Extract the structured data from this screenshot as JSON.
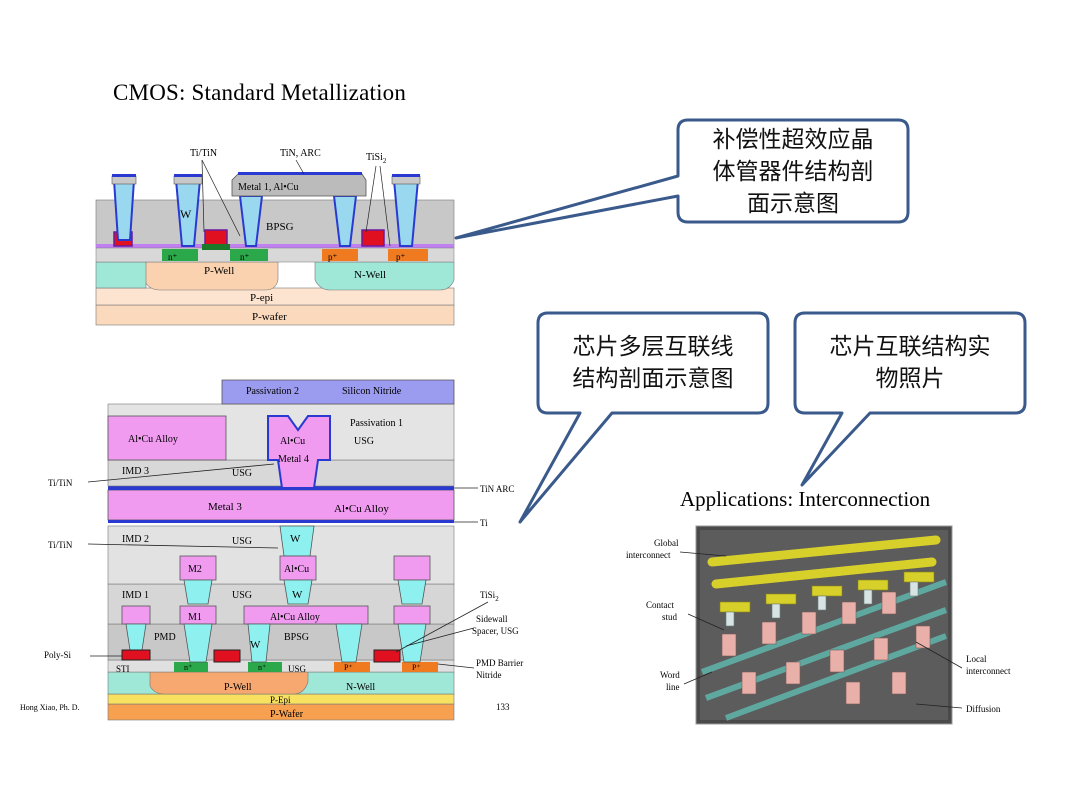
{
  "slide": {
    "title_top": "CMOS: Standard Metallization",
    "title_applications": "Applications: Interconnection"
  },
  "callouts": {
    "c1": [
      "补偿性超效应晶",
      "体管器件结构剖",
      "面示意图"
    ],
    "c2": [
      "芯片多层互联线",
      "结构剖面示意图"
    ],
    "c3": [
      "芯片互联结构实",
      "物照片"
    ]
  },
  "diagram1": {
    "labels": {
      "ti_tin": "Ti/TiN",
      "tin_arc": "TiN, ARC",
      "tisi2_main": "TiSi",
      "tisi2_sub": "2",
      "metal1": "Metal 1, Al•Cu",
      "w": "W",
      "bpsg": "BPSG",
      "n_plus_1": "n⁺",
      "n_plus_2": "n⁺",
      "p_plus_1": "p⁺",
      "p_plus_2": "p⁺",
      "p_well": "P-Well",
      "n_well": "N-Well",
      "p_epi": "P-epi",
      "p_wafer": "P-wafer"
    }
  },
  "diagram2": {
    "labels": {
      "passivation2": "Passivation 2",
      "silicon_nitride": "Silicon Nitride",
      "passivation1": "Passivation 1",
      "usg_top": "USG",
      "alcu_alloy_top": "Al•Cu Alloy",
      "alcu_metal4_a": "Al•Cu",
      "alcu_metal4_b": "Metal 4",
      "imd3": "IMD 3",
      "usg_imd3": "USG",
      "ti_tin_1": "Ti/TiN",
      "tin_arc": "TiN ARC",
      "metal3": "Metal 3",
      "alcu_alloy_m3": "Al•Cu Alloy",
      "ti": "Ti",
      "ti_tin_2": "Ti/TiN",
      "imd2": "IMD 2",
      "usg_imd2": "USG",
      "w_imd2": "W",
      "m2": "M2",
      "alcu_m2": "Al•Cu",
      "imd1": "IMD 1",
      "usg_imd1": "USG",
      "w_imd1": "W",
      "tisi2_main": "TiSi",
      "tisi2_sub": "2",
      "m1": "M1",
      "alcu_alloy_m1": "Al•Cu Alloy",
      "sidewall_a": "Sidewall",
      "sidewall_b": "Spacer, USG",
      "pmd": "PMD",
      "bpsg": "BPSG",
      "w_pmd": "W",
      "poly_si": "Poly-Si",
      "sti": "STI",
      "usg_sti": "USG",
      "n_plus_1": "n⁺",
      "n_plus_2": "n⁺",
      "p_plus_1": "P⁺",
      "p_plus_2": "P⁺",
      "pmd_barrier_a": "PMD Barrier",
      "pmd_barrier_b": "Nitride",
      "p_well": "P-Well",
      "n_well": "N-Well",
      "p_epi": "P-Epi",
      "p_wafer": "P-Wafer",
      "author": "Hong Xiao, Ph. D.",
      "page_number": "133"
    }
  },
  "photo": {
    "labels": {
      "global_a": "Global",
      "global_b": "interconnect",
      "contact_a": "Contact",
      "contact_b": "stud",
      "word_a": "Word",
      "word_b": "line",
      "local_a": "Local",
      "local_b": "interconnect",
      "diffusion": "Diffusion"
    }
  },
  "colors": {
    "callout_border": "#3a5a8c",
    "pink": "#f09bf0",
    "cyan": "#8ff0f0",
    "gray_oxide": "#c8c8c8",
    "wafer": "#fbd9bd",
    "epi": "#fde4d0",
    "nwell": "#9fe8d8",
    "red_gate": "#e01020",
    "blue_liner": "#2a3ad0",
    "passivation2": "#9b9bf0",
    "yellow_metal": "#d8d02a"
  }
}
